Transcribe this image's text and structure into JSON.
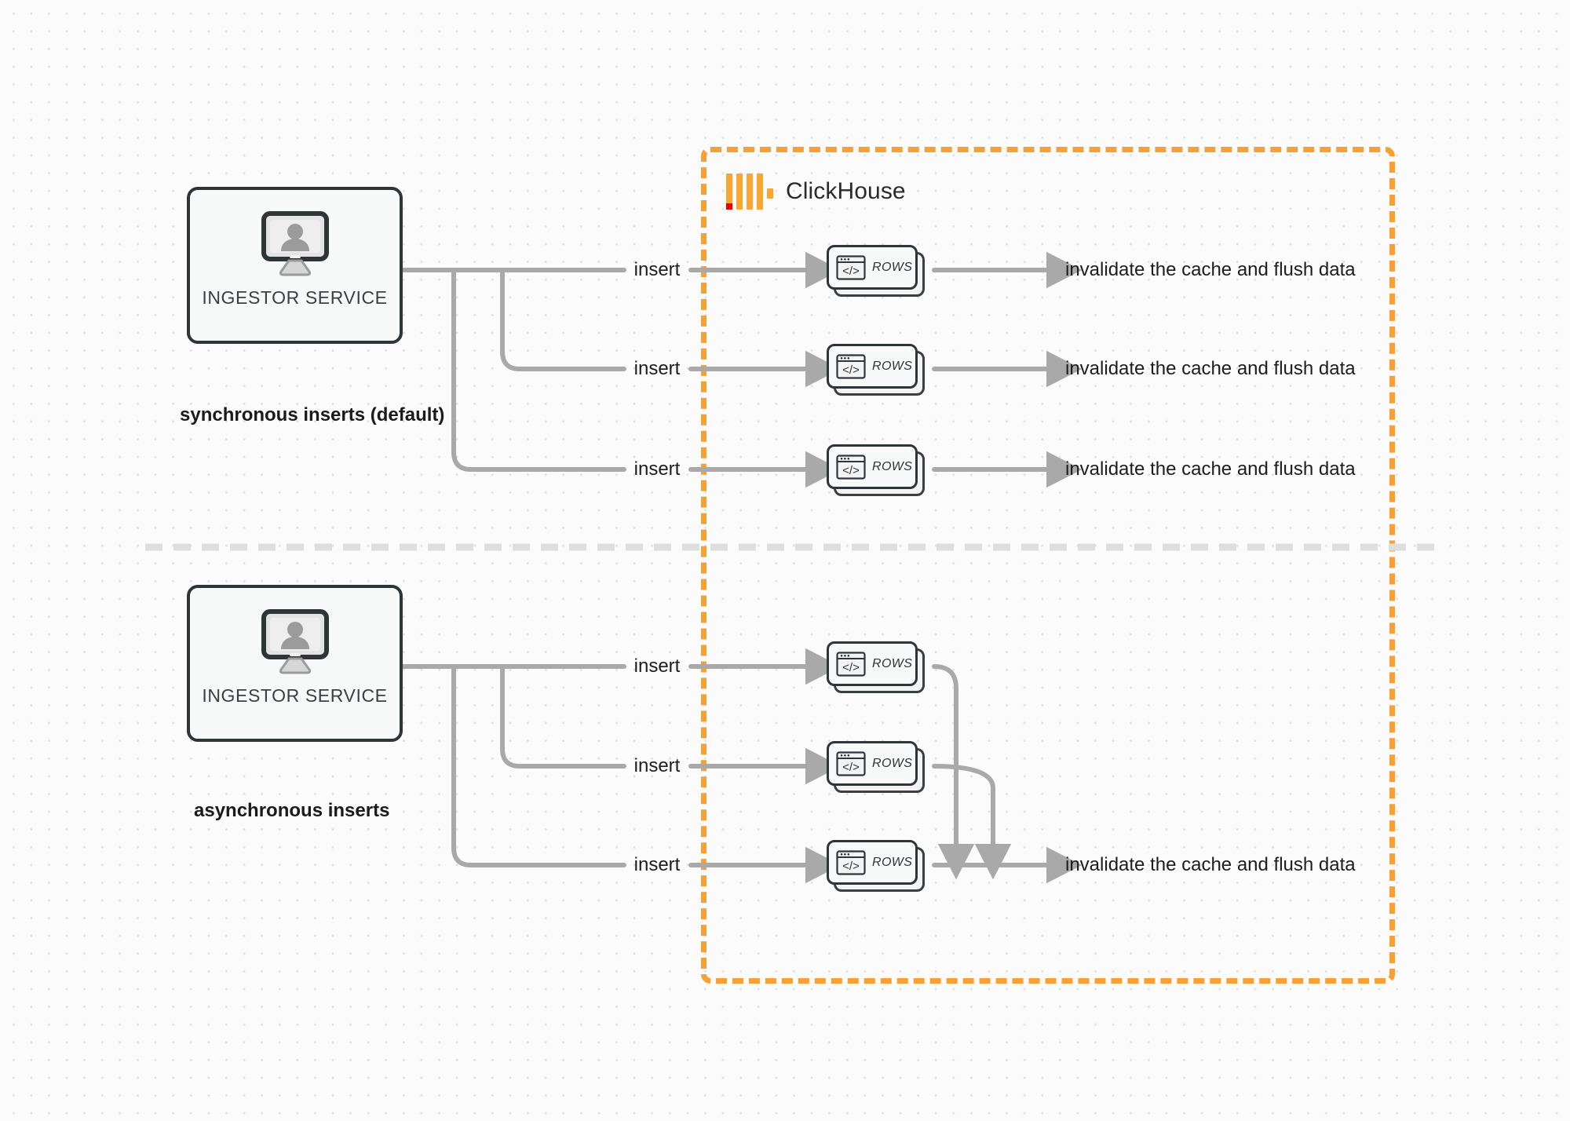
{
  "diagram": {
    "title": "ClickHouse synchronous vs asynchronous inserts",
    "background": "#fbfbfb",
    "accent_orange": "#f8a033",
    "accent_red": "#ef0000",
    "edge_gray": "#a9a9a9",
    "node_outline": "#2f3437"
  },
  "clickhouse": {
    "label": "ClickHouse",
    "logo_icon": "clickhouse-logo-icon",
    "boundary_style": "dashed"
  },
  "sections": [
    {
      "id": "synchronous",
      "caption": "synchronous inserts (default)",
      "service": {
        "label": "INGESTOR SERVICE",
        "icon": "monitor-user-icon"
      },
      "edges": [
        {
          "label": "insert",
          "target": "rows-1",
          "result": "invalidate the cache and flush data"
        },
        {
          "label": "insert",
          "target": "rows-2",
          "result": "invalidate the cache and flush data"
        },
        {
          "label": "insert",
          "target": "rows-3",
          "result": "invalidate the cache and flush data"
        }
      ],
      "nodes": [
        {
          "id": "rows-1",
          "label": "ROWS",
          "icon": "code-window-icon"
        },
        {
          "id": "rows-2",
          "label": "ROWS",
          "icon": "code-window-icon"
        },
        {
          "id": "rows-3",
          "label": "ROWS",
          "icon": "code-window-icon"
        }
      ]
    },
    {
      "id": "asynchronous",
      "caption": "asynchronous inserts",
      "service": {
        "label": "INGESTOR SERVICE",
        "icon": "monitor-user-icon"
      },
      "edges": [
        {
          "label": "insert",
          "target": "rows-4"
        },
        {
          "label": "insert",
          "target": "rows-5"
        },
        {
          "label": "insert",
          "target": "rows-6"
        }
      ],
      "nodes": [
        {
          "id": "rows-4",
          "label": "ROWS",
          "icon": "code-window-icon"
        },
        {
          "id": "rows-5",
          "label": "ROWS",
          "icon": "code-window-icon"
        },
        {
          "id": "rows-6",
          "label": "ROWS",
          "icon": "code-window-icon"
        }
      ],
      "result": "invalidate the cache and flush data"
    }
  ],
  "labels": {
    "insert": "insert",
    "flush": "invalidate the cache and flush data",
    "rows": "ROWS",
    "service": "INGESTOR SERVICE"
  }
}
